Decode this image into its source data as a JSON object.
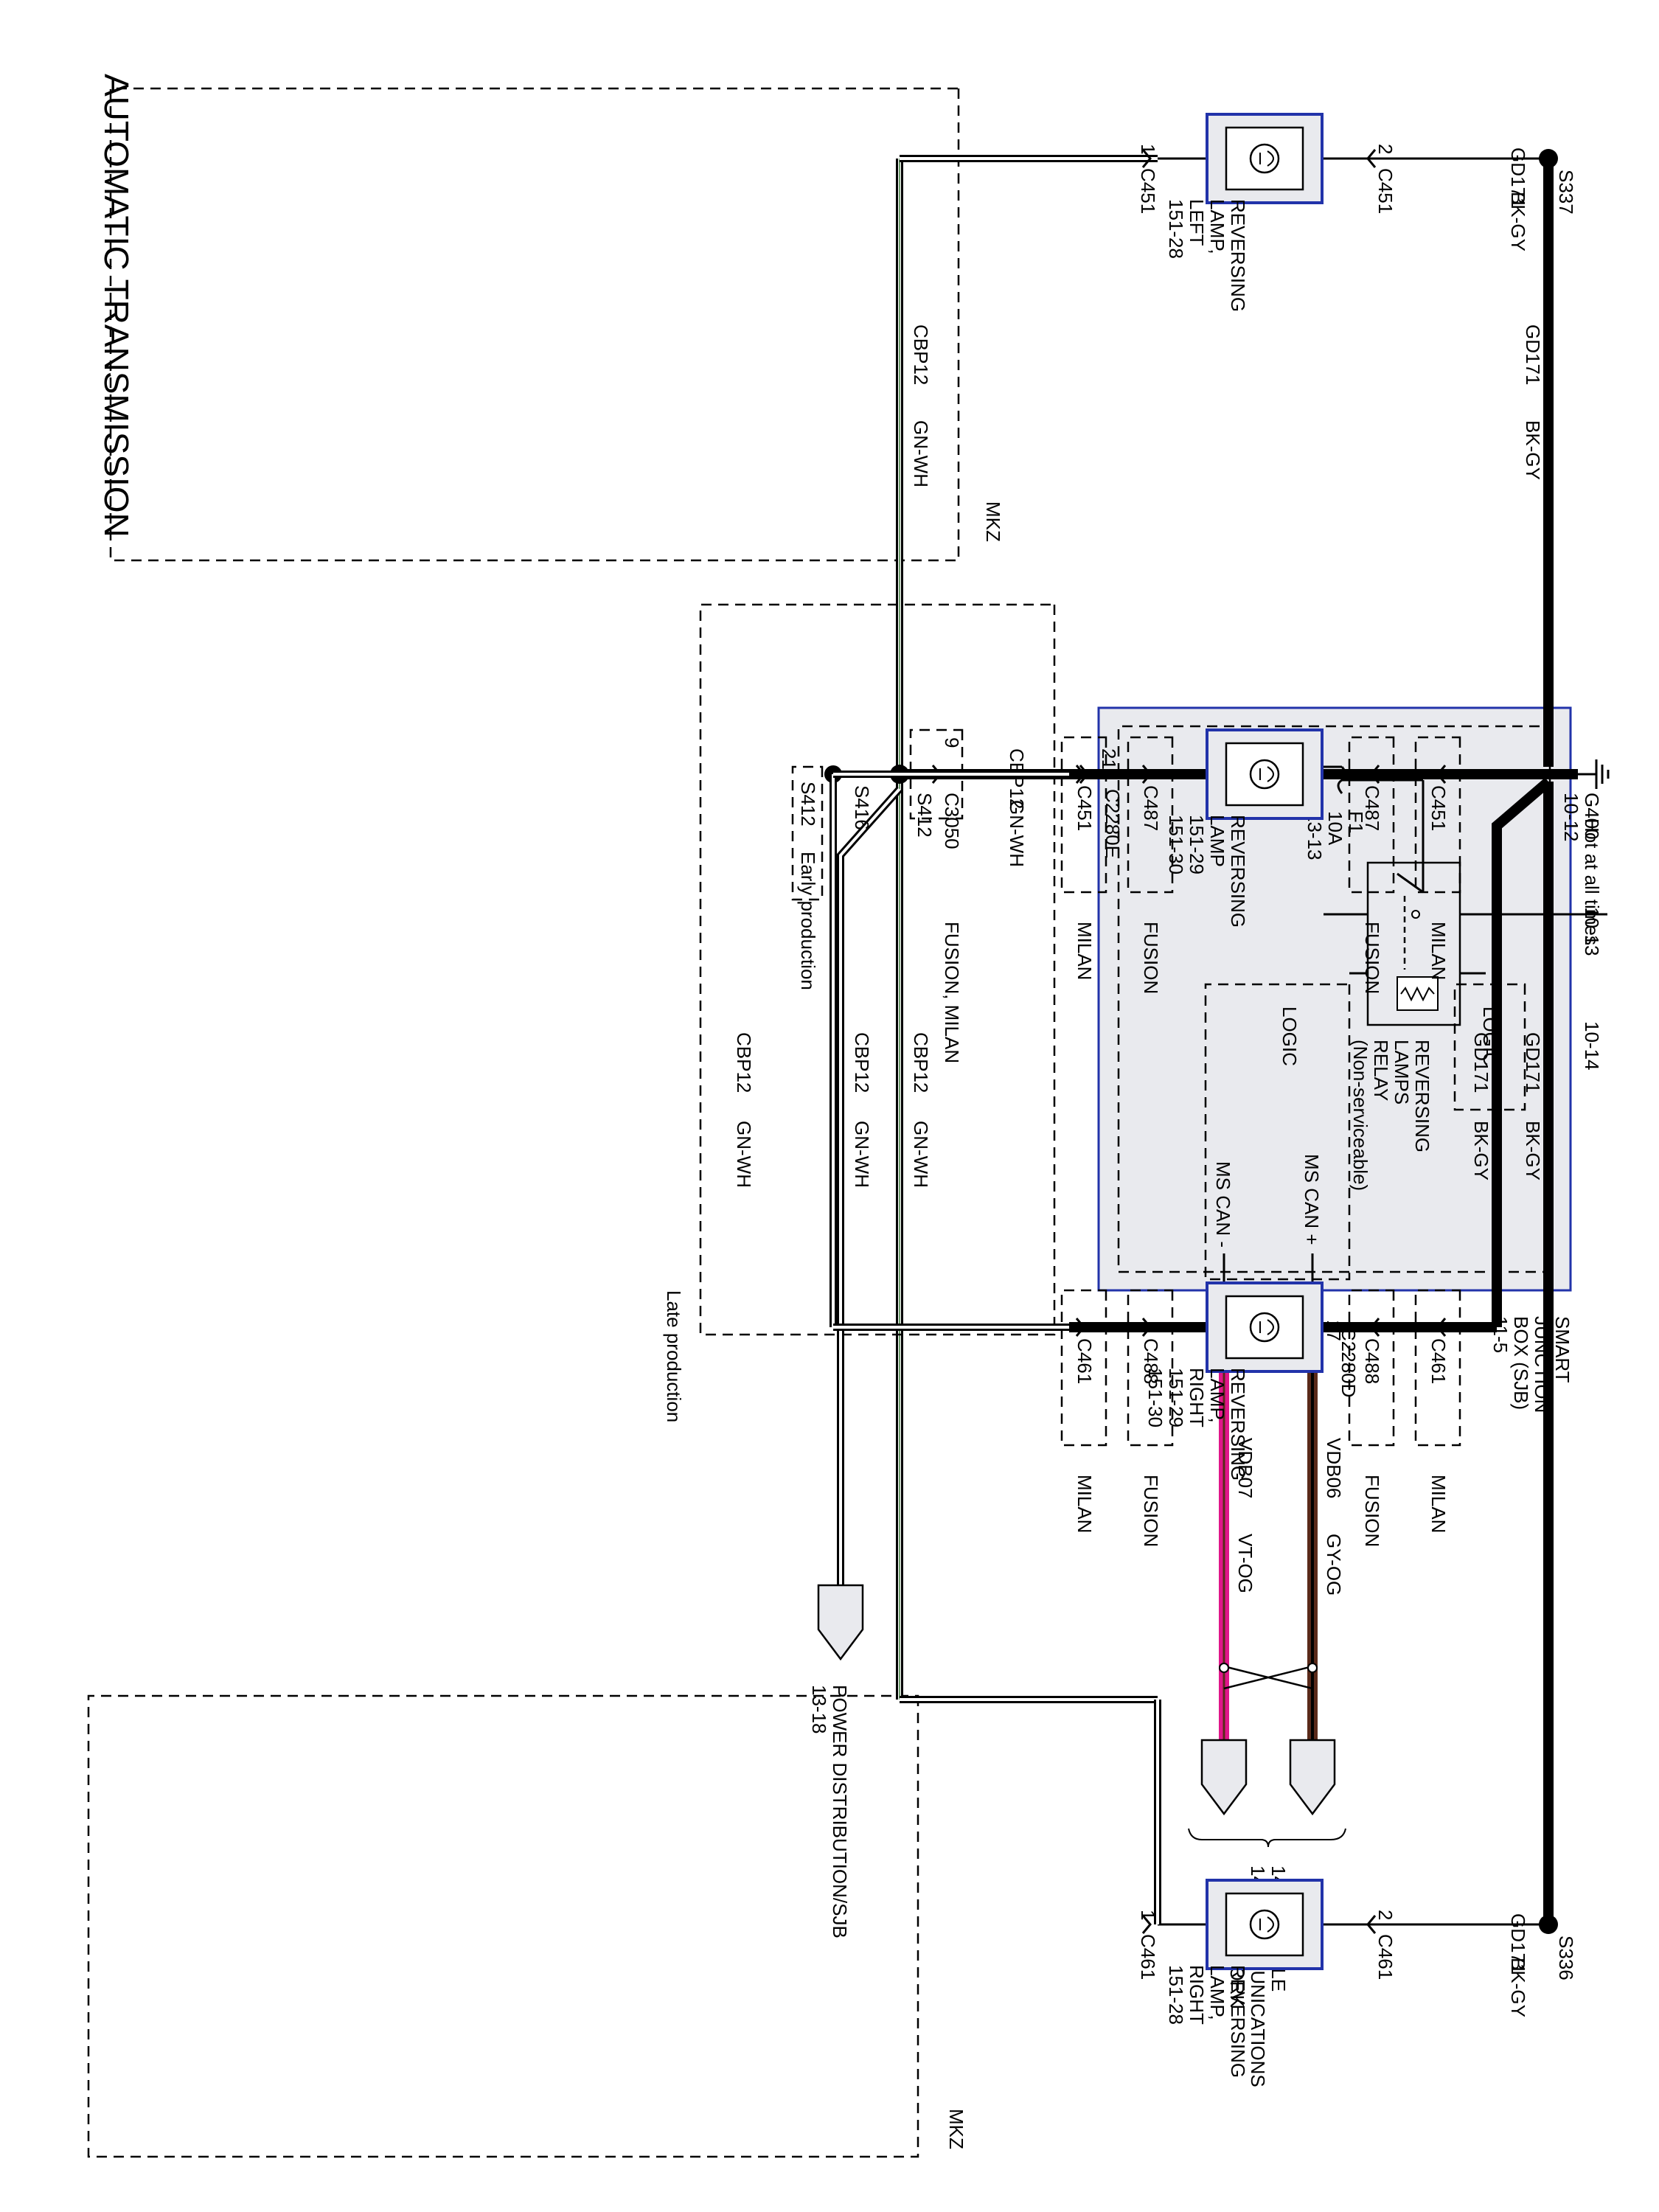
{
  "title": "AUTOMATIC TRANSMISSION",
  "colors": {
    "wire_black": "#000000",
    "wire_green": "#3a7a3a",
    "wire_pink": "#e0168a",
    "wire_brown": "#5a2a1a",
    "lamp_border": "#2233aa",
    "box_fill": "#e9eaee"
  },
  "sjb": {
    "name_lines": [
      "SMART",
      "JUNCTION",
      "BOX (SJB)",
      "11-5"
    ],
    "hot_label": "Hot at all times",
    "fuse_id": "F1",
    "fuse_rating": "10A",
    "fuse_ref": "13-13",
    "relay_lines": [
      "REVERSING",
      "LAMPS",
      "RELAY",
      "(Non-serviceable)"
    ],
    "logic_outer": "LOGIC",
    "logic_inner": "LOGIC",
    "ms_can_plus": "MS CAN +",
    "ms_can_minus": "MS CAN -",
    "pin_top": "21",
    "connector_top": "C2280E",
    "pin_can_plus": "17",
    "pin_can_minus": "1",
    "connector_can": "C2280D"
  },
  "module_comm": {
    "name_lines": [
      "MODULE",
      "COMMUNICATIONS",
      "NETWORK"
    ],
    "refs": [
      "14-1",
      "14-2"
    ],
    "vdb06": "VDB06",
    "vdb06_color": "GY-OG",
    "vdb07": "VDB07",
    "vdb07_color": "VT-OG"
  },
  "power_dist": {
    "name": "POWER DISTRIBUTION/SJB",
    "ref": "13-18"
  },
  "wires": {
    "cbp12": "CBP12",
    "gn_wh": "GN-WH",
    "gd171": "GD171",
    "bk_gy": "BK-GY"
  },
  "splices": {
    "s412": "S412",
    "s416": "S416",
    "s337": "S337",
    "s336": "S336",
    "s412_early": "S412",
    "early_production": "Early production",
    "late_production": "Late production"
  },
  "ground": {
    "name": "G400",
    "refs": [
      "10-12",
      "10-13",
      "10-14"
    ]
  },
  "connectors": {
    "c3050": "C3050",
    "c3050_pin": "9",
    "c451": "C451",
    "c487": "C487",
    "c488": "C488",
    "c461": "C461",
    "pin1": "1",
    "pin2": "2"
  },
  "variants": {
    "mkz": "MKZ",
    "fusion": "FUSION",
    "milan": "MILAN",
    "fusion_milan": "FUSION, MILAN"
  },
  "lamps": {
    "left": {
      "lines": [
        "REVERSING",
        "LAMP,",
        "LEFT"
      ],
      "ref": "151-28"
    },
    "center": {
      "lines": [
        "REVERSING",
        "LAMP"
      ],
      "refs": [
        "151-29",
        "151-30"
      ]
    },
    "right_mid": {
      "lines": [
        "REVERSING",
        "LAMP,",
        "RIGHT"
      ],
      "refs": [
        "151-29",
        "151-30"
      ]
    },
    "right": {
      "lines": [
        "REVERSING",
        "LAMP,",
        "RIGHT"
      ],
      "ref": "151-28"
    }
  }
}
